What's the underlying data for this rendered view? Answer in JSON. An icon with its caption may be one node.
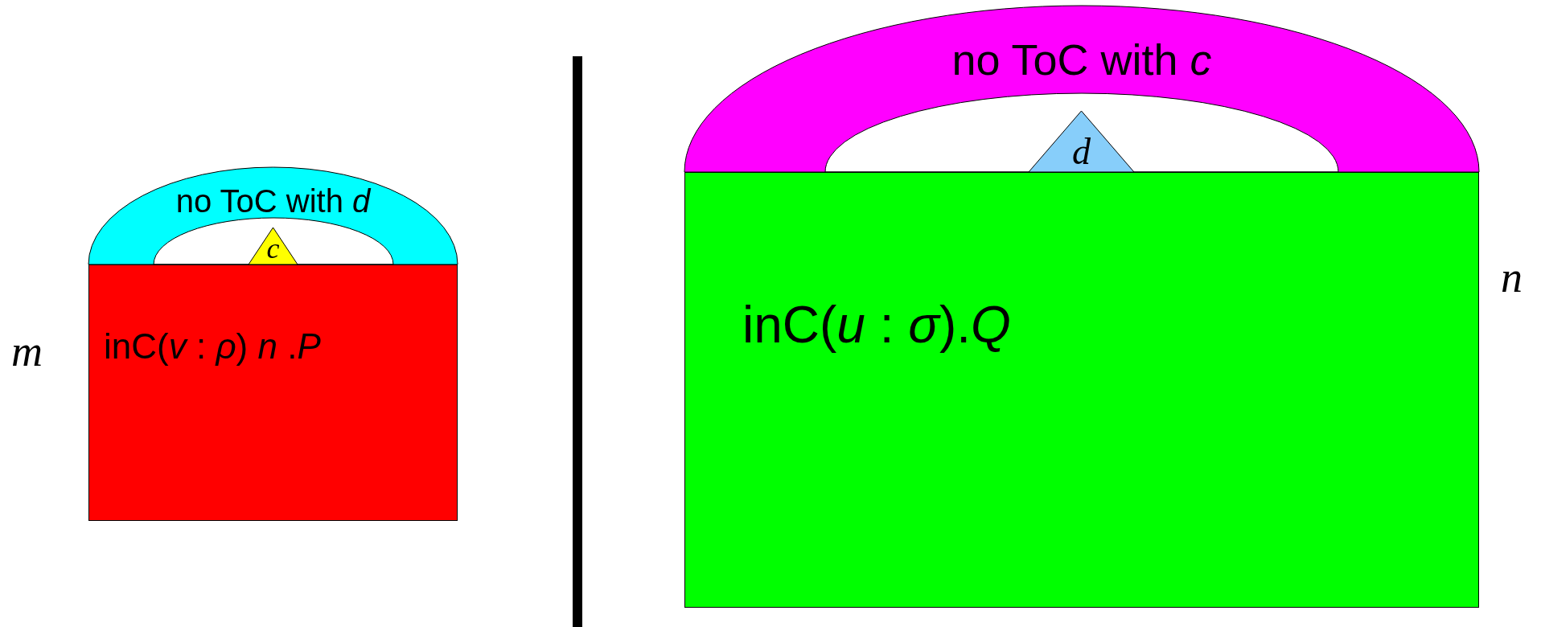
{
  "diagram": {
    "nodes": [
      {
        "text": [
          "inC(*v* : *ρ*) *n* .*P*"
        ],
        "beside": [
          "m"
        ]
      },
      {
        "text": [
          "no ToC with *d*"
        ]
      },
      {
        "text": [
          "c"
        ],
        "in": 1
      },
      {
        "text": [
          "inC(*u* : *σ*).*Q*"
        ],
        "beside": [
          "n"
        ]
      },
      {
        "text": [
          "no ToC with *c*"
        ]
      },
      {
        "text": [
          "d"
        ],
        "in": 4
      }
    ]
  }
}
